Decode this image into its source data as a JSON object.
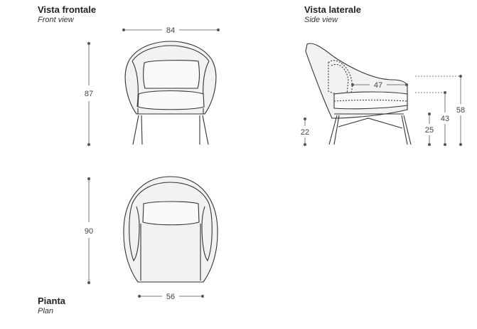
{
  "views": {
    "front": {
      "title": "Vista frontale",
      "subtitle": "Front view"
    },
    "side": {
      "title": "Vista laterale",
      "subtitle": "Side view"
    },
    "plan": {
      "title": "Pianta",
      "subtitle": "Plan"
    }
  },
  "dimensions": {
    "front_width": "84",
    "front_height": "87",
    "side_depth": "47",
    "side_leg_height": "22",
    "side_seat_height": "25",
    "side_arm_height": "43",
    "side_total_height": "58",
    "plan_depth": "90",
    "plan_seat_width": "56"
  },
  "colors": {
    "line": "#333333",
    "dim_line": "#555555",
    "fill": "#f2f2f2"
  }
}
